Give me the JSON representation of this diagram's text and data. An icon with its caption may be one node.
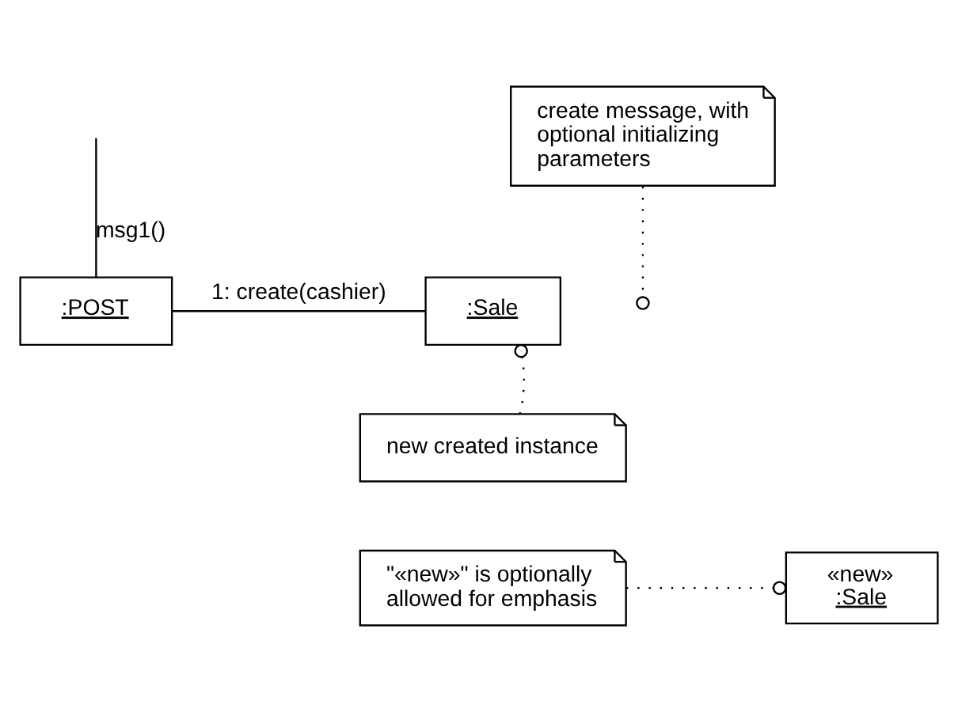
{
  "diagram": {
    "nodes": [
      {
        "text": [
          ":POST"
        ]
      },
      {
        "text": [
          ":Sale"
        ]
      },
      {
        "text": [
          "create message, with optional initializing parameters"
        ]
      },
      {
        "text": [
          "new created instance"
        ]
      },
      {
        "text": [
          "\"«new»\" is optionally allowed for emphasis"
        ]
      },
      {
        "text": [
          "«new»",
          ":Sale"
        ]
      }
    ],
    "edges": [
      {
        "from": null,
        "to": 0,
        "arrow": "none",
        "label": "msg1()"
      },
      {
        "from": 0,
        "to": 1,
        "arrow": "none",
        "label": "1: create(cashier)"
      },
      {
        "from": 2,
        "to": null,
        "arrow": "other",
        "style": "dashed"
      },
      {
        "from": 3,
        "to": 1,
        "arrow": "other",
        "style": "dashed"
      },
      {
        "from": 4,
        "to": 5,
        "arrow": "other",
        "style": "dashed"
      }
    ]
  }
}
